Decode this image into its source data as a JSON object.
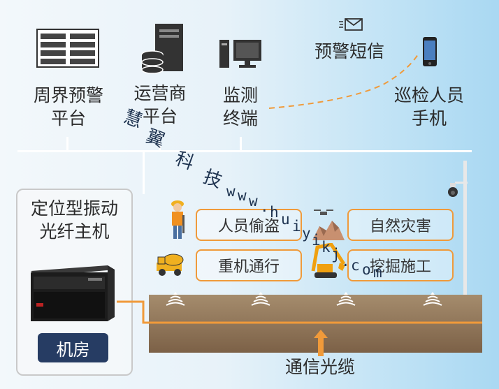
{
  "top": {
    "warning_platform": {
      "line1": "周界预警",
      "line2": "平台"
    },
    "carrier_platform": {
      "line1": "运营商",
      "line2": "平台"
    },
    "monitor_terminal": {
      "line1": "监测",
      "line2": "终端"
    },
    "sms": "预警短信",
    "patrol_phone": {
      "line1": "巡检人员",
      "line2": "手机"
    }
  },
  "host": {
    "line1": "定位型振动",
    "line2": "光纤主机"
  },
  "room_label": "机房",
  "events": {
    "personnel_theft": "人员偷盗",
    "natural_disaster": "自然灾害",
    "heavy_machinery": "重机通行",
    "excavation": "挖掘施工"
  },
  "cable_label": "通信光缆",
  "watermark": {
    "chars": [
      "慧",
      "翼",
      "科",
      "技"
    ],
    "url_chars": [
      "w",
      "w",
      "w",
      ".",
      "h",
      "u",
      "i",
      "y",
      "i",
      "k",
      "j",
      ".",
      "c",
      "o",
      "m"
    ]
  },
  "colors": {
    "accent_orange": "#f09a3a",
    "room_navy": "#263c63",
    "ground_brown": "#8a6e52"
  }
}
